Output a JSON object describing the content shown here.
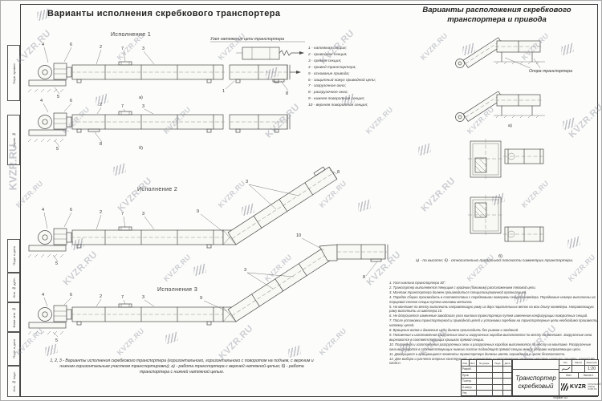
{
  "titles": {
    "left": "Варианты исполнения скребкового транспортера",
    "right_line1": "Варианты расположения скребкового",
    "right_line2": "транспортера и привода"
  },
  "labels": {
    "isp1": "Исполнение  1",
    "isp2": "Исполнение  2",
    "isp3": "Исполнение  3",
    "tension_node": "Узел натяжения цепи транспортера",
    "support": "Опора транспортера",
    "var_a": "а)",
    "var_b": "б)",
    "right_caption": "а) - по высоте; б) - относительно продольной плоскости симметрии транспортера."
  },
  "parts_list": [
    "1  -  натяжная секция;",
    "2  -  приводная секция;",
    "3  -  прямая секция;",
    "4  -  привод транспортера;",
    "5  -  основание привода;",
    "6  -  защитный кожух приводной цепи;",
    "7  -  загрузочное окно;",
    "8  -  разгрузочное окно;",
    "9  -  нижняя поворотная секция;",
    "10 -  верхняя поворотная секция;"
  ],
  "notes": [
    "1. Угол наклона транспортера 30°.",
    "2. Транспортер выполняется тянущим с крайним (боковым) расположением тяговой цепи.",
    "3. Монтаж транспортера должен производиться специализированной организацией.",
    "4. Порядок сборки производить в соответствии с порядковыми номерами секций конвейера. Порядковые номера выполнены на торцевой стенке секции путем наплавки металла.",
    "5. На монтаже по месту выполнить направляющую раму из двух параллельных веток на всю длину конвейера. Направляющую раму выполнить из швеллера 10.",
    "6. Не допускается изменение заводского угла наклона транспортера путем изменения конфигурации поворотных секций.",
    "7. После установки транспортерной и приводной цепей и установки скребков на транспортерные цепи необходимо произвести натяжку цепей.",
    "8. Вращение валов и движение цепи должно происходить без рывков и заеданий.",
    "9. Положения и изготовления загрузочных окон и загрузочных коробов выполняются по месту на монтаже. Загрузочные окна вырезаются в соответствующих крышках прямой секции.",
    "10. Положения и изготовления разгрузочных окон и разгрузочных коробов выполняются по месту на монтаже. Разгрузочные окна вырезаются в соответствующих нижних листах подходящей прямой секции между ребрами направляющих цепи.",
    "11. Движущиеся и вращающиеся элементы транспортера должны иметь ограждения в целях безопасности.",
    "12. Для выбора и расчета опорных конструкций, их количества и расположения расчетно-весовую нагрузку принять равной 80 кгс/м.п."
  ],
  "bottom_caption": "1, 2, 3 - Варианты исполнения скребкового транспортера (горизонтального, горизонтального с поворотом на подъем, с верхним и нижним горизонтальным участком транспортировки); а) - работа транспортера с верхней натяжной цепью; б) - работа транспортера с нижней натяжной цепью.",
  "callouts": {
    "i1a": [
      "4",
      "6",
      "2",
      "7",
      "3",
      "1",
      "8",
      "5"
    ],
    "i1b": [
      "4",
      "6",
      "2",
      "7",
      "3",
      "8",
      "5"
    ],
    "i2": [
      "4",
      "6",
      "2",
      "7",
      "3",
      "9",
      "3",
      "8",
      "5"
    ],
    "i3": [
      "4",
      "6",
      "2",
      "7",
      "3",
      "9",
      "3",
      "10",
      "8",
      "5"
    ]
  },
  "side_strip": [
    "Перв. примен.",
    "Справ. №",
    "Подп. и дата",
    "Инв. № дубл.",
    "Взам. инв. №",
    "Подп. и дата",
    "Инв. № подл."
  ],
  "title_block": {
    "header_cells": [
      "Изм.",
      "Лист",
      "№ докум.",
      "Подп.",
      "Дата"
    ],
    "row_labels": [
      "Разраб.",
      "Пров.",
      "Т.контр.",
      "Н.контр.",
      "Утв."
    ],
    "doc_name_line1": "Транспортер",
    "doc_name_line2": "скребковый",
    "lit_label": "Лит.",
    "mass_label": "Масса",
    "scale_label": "Масштаб",
    "scale_value": "1:20",
    "sheet_label": "Лист",
    "sheets_label": "Листов",
    "sheets_value": "1",
    "logo_text": "KVZR",
    "logo_sub1": "КОТЕЛЬНЫЙ ЗАВОД",
    "logo_sub2": "KVZR.RU",
    "format_label": "Формат А3"
  },
  "watermark": {
    "text": "KVZR.RU"
  }
}
